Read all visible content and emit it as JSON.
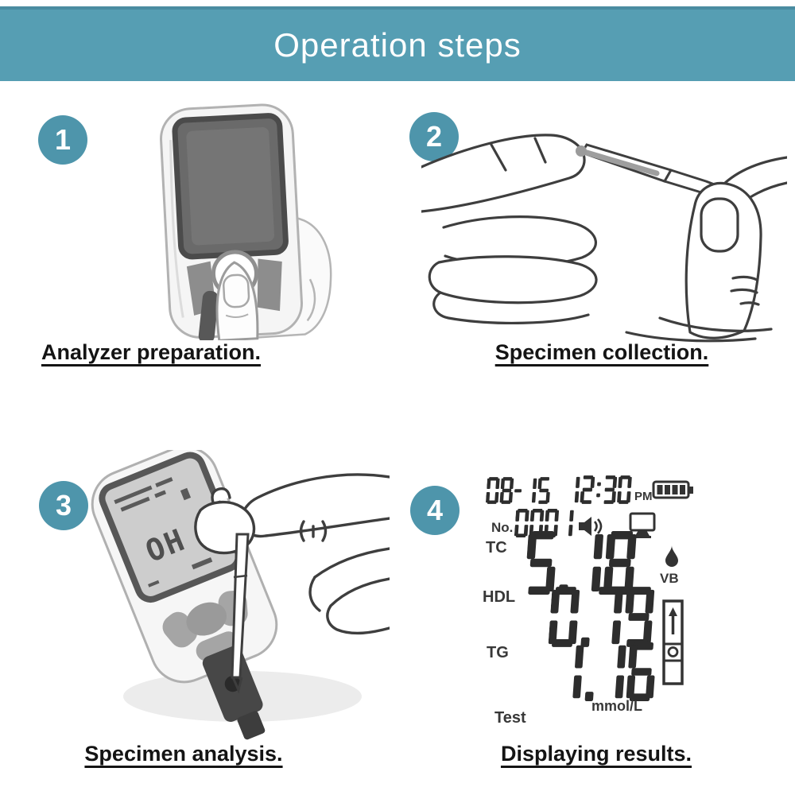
{
  "header": {
    "title": "Operation steps"
  },
  "colors": {
    "banner": "#569eb3",
    "banner_top_edge": "#4a8ca1",
    "step_circle": "#4e95ab",
    "lcd_digits": "#2d2d2d",
    "caption_text": "#141414"
  },
  "steps": [
    {
      "number": "1",
      "caption": "Analyzer preparation."
    },
    {
      "number": "2",
      "caption": "Specimen collection."
    },
    {
      "number": "3",
      "caption": "Specimen analysis."
    },
    {
      "number": "4",
      "caption": "Displaying results."
    }
  ],
  "analyzer_screen": {
    "status": "OH"
  },
  "lcd": {
    "date": "08-15",
    "time": "12:30",
    "meridiem": "PM",
    "record_label": "No.",
    "record_number": "0001",
    "rows": [
      {
        "label": "TC",
        "value": "5.18"
      },
      {
        "label": "HDL",
        "value": "0.79"
      },
      {
        "label": "TG",
        "value": "1.16"
      }
    ],
    "side_label": "VB",
    "unit": "mmol/L",
    "mode": "Test",
    "icons": [
      "battery-icon",
      "speaker-icon",
      "monitor-icon",
      "blood-drop-icon",
      "test-strip-icon"
    ]
  }
}
